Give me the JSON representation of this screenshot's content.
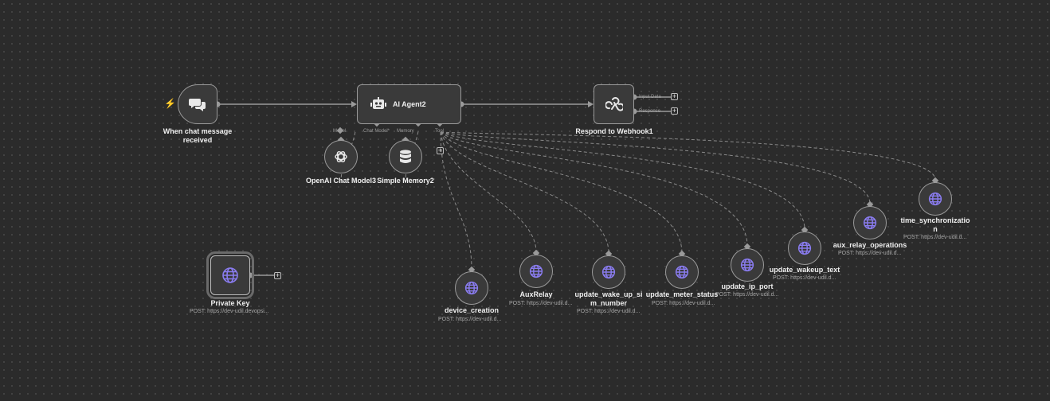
{
  "canvas": {
    "trigger": {
      "title_line1": "When chat message",
      "title_line2": "received",
      "icon": "chat-bubbles-icon"
    },
    "agent": {
      "title": "AI Agent2",
      "icon": "robot-icon",
      "ports": {
        "model": "Model",
        "chat_model": "Chat Model*",
        "memory": "Memory",
        "tool": "Tool"
      }
    },
    "webhook": {
      "title": "Respond to Webhook1",
      "icon": "webhook-icon",
      "outputs": {
        "input_data": "Input Data",
        "response": "Response"
      }
    },
    "openai": {
      "title": "OpenAI Chat Model3",
      "icon": "openai-icon"
    },
    "memory": {
      "title": "Simple Memory2",
      "icon": "database-icon"
    },
    "private_key": {
      "title": "Private Key",
      "subtitle": "POST: https://dev-udil.devopsi..."
    },
    "tools": [
      {
        "title_line1": "device_creation",
        "title_line2": "",
        "subtitle": "POST: https://dev-udil.d..."
      },
      {
        "title_line1": "AuxRelay",
        "title_line2": "",
        "subtitle": "POST: https://dev-udil.d..."
      },
      {
        "title_line1": "update_wake_up_si",
        "title_line2": "m_number",
        "subtitle": "POST: https://dev-udil.d..."
      },
      {
        "title_line1": "update_meter_status",
        "title_line2": "",
        "subtitle": "POST: https://dev-udil.d..."
      },
      {
        "title_line1": "update_ip_port",
        "title_line2": "",
        "subtitle": "POST: https://dev-udil.d..."
      },
      {
        "title_line1": "update_wakeup_text",
        "title_line2": "",
        "subtitle": "POST: https://dev-udil.d..."
      },
      {
        "title_line1": "aux_relay_operations",
        "title_line2": "",
        "subtitle": "POST: https://dev-udil.d..."
      },
      {
        "title_line1": "time_synchronizatio",
        "title_line2": "n",
        "subtitle": "POST: https://dev-udil.d..."
      }
    ],
    "plus_symbol": "+",
    "colors": {
      "background": "#2b2b2b",
      "node_fill": "#3a3a3a",
      "node_border": "#9a9a9a",
      "globe": "#8a7cf0",
      "trigger_bolt": "#ff6a3d"
    }
  }
}
